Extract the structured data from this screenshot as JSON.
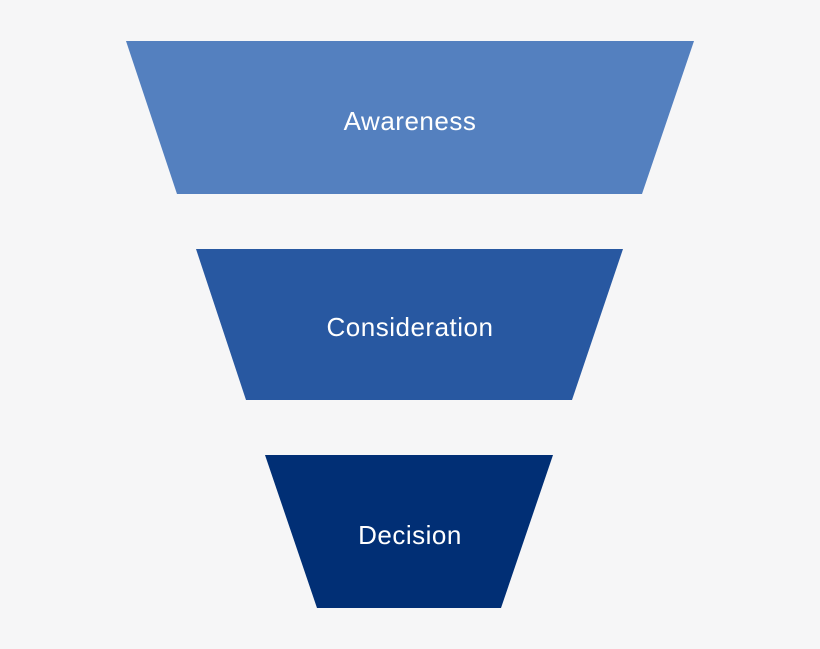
{
  "funnel": {
    "stages": [
      {
        "label": "Awareness",
        "color": "#5480bf"
      },
      {
        "label": "Consideration",
        "color": "#2858a1"
      },
      {
        "label": "Decision",
        "color": "#012f75"
      }
    ]
  }
}
